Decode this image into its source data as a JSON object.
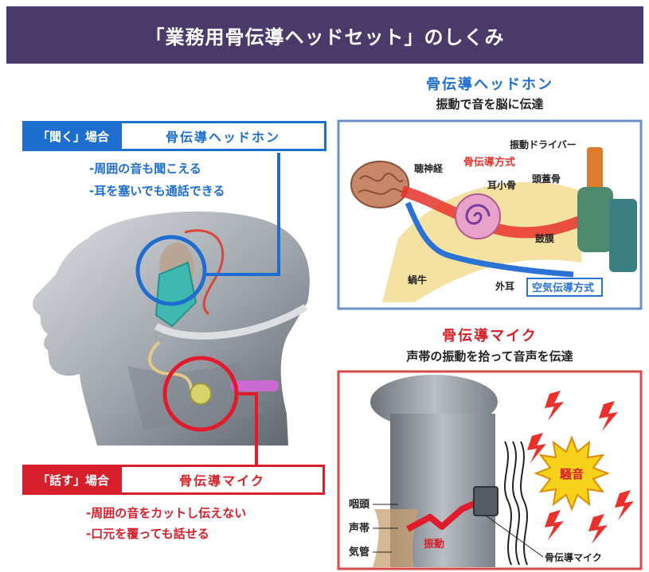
{
  "header": {
    "title": "「業務用骨伝導ヘッドセット」のしくみ"
  },
  "listen": {
    "tag": "「聞く」場合",
    "device": "骨伝導ヘッドホン",
    "points": [
      "-周囲の音も聞こえる",
      "-耳を塞いでも通話できる"
    ]
  },
  "speak": {
    "tag": "「話す」場合",
    "device": "骨伝導マイク",
    "points": [
      "-周囲の音をカットし伝えない",
      "-口元を覆っても話せる"
    ]
  },
  "headphone_panel": {
    "title": "骨伝導ヘッドホン",
    "subtitle": "振動で音を脳に伝達",
    "labels": {
      "driver": "振動ドライバー",
      "nerve": "聴神経",
      "bone_method": "骨伝導方式",
      "ossicles": "耳小骨",
      "skull": "頭蓋骨",
      "eardrum": "鼓膜",
      "cochlea": "蝸牛",
      "canal": "外耳",
      "air_method": "空気伝導方式"
    }
  },
  "mic_panel": {
    "title": "骨伝導マイク",
    "subtitle": "声帯の振動を拾って音声を伝達",
    "labels": {
      "pharynx": "咽頭",
      "vocal_cords": "声帯",
      "trachea": "気管",
      "vibration": "振動",
      "noise": "騒音",
      "mic": "骨伝導マイク"
    }
  },
  "colors": {
    "header": "#4a3a6a",
    "listen_blue": "#1e6ed0",
    "speak_red": "#d61f2a",
    "noise_yellow": "#f7d21a"
  }
}
